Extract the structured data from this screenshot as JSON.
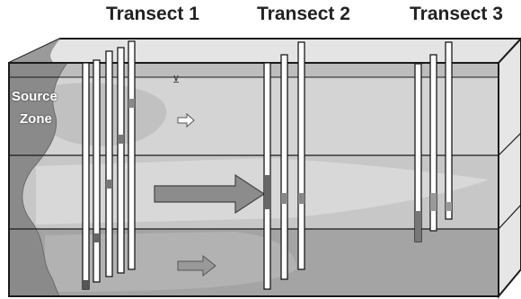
{
  "transects": [
    "Transect 1",
    "Transect 2",
    "Transect 3"
  ],
  "source_zone": {
    "line1": "Source",
    "line2": "Zone"
  },
  "water_table_symbol": "⊻",
  "colors": {
    "outline": "#1a1a1a",
    "upper_layer": "#d4d4d4",
    "middle_layer": "#c7c7c7",
    "lower_layer": "#a4a4a4",
    "top_face": "#e4e4e4",
    "source_zone": "#8a8a8a",
    "plume": "#bcbcbc",
    "arrow": "#8c8c8c",
    "well": "#ffffff"
  }
}
